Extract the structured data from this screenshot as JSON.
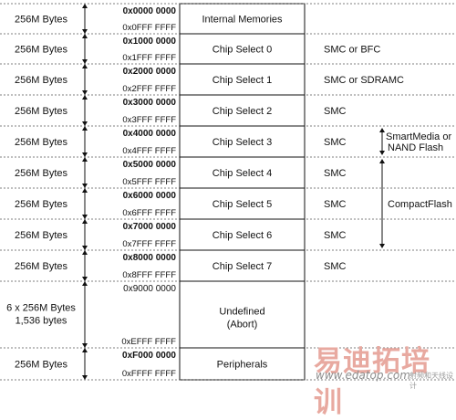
{
  "rows": [
    {
      "size": "256M Bytes",
      "start": "0x0000 0000",
      "end": "0x0FFF FFFF",
      "label": "Internal Memories",
      "note": ""
    },
    {
      "size": "256M Bytes",
      "start": "0x1000 0000",
      "end": "0x1FFF FFFF",
      "label": "Chip Select 0",
      "note": "SMC or BFC"
    },
    {
      "size": "256M Bytes",
      "start": "0x2000 0000",
      "end": "0x2FFF FFFF",
      "label": "Chip Select 1",
      "note": "SMC or SDRAMC"
    },
    {
      "size": "256M Bytes",
      "start": "0x3000 0000",
      "end": "0x3FFF FFFF",
      "label": "Chip Select 2",
      "note": "SMC"
    },
    {
      "size": "256M Bytes",
      "start": "0x4000 0000",
      "end": "0x4FFF FFFF",
      "label": "Chip Select 3",
      "note": "SMC"
    },
    {
      "size": "256M Bytes",
      "start": "0x5000 0000",
      "end": "0x5FFF FFFF",
      "label": "Chip Select 4",
      "note": "SMC"
    },
    {
      "size": "256M Bytes",
      "start": "0x6000 0000",
      "end": "0x6FFF FFFF",
      "label": "Chip Select 5",
      "note": "SMC"
    },
    {
      "size": "256M Bytes",
      "start": "0x7000 0000",
      "end": "0x7FFF FFFF",
      "label": "Chip Select 6",
      "note": "SMC"
    },
    {
      "size": "256M Bytes",
      "start": "0x8000 0000",
      "end": "0x8FFF FFFF",
      "label": "Chip Select 7",
      "note": "SMC"
    },
    {
      "size_lines": [
        "6 x 256M Bytes",
        "1,536 bytes"
      ],
      "start": "0x9000 0000",
      "end": "0xEFFF FFFF",
      "label_lines": [
        "Undefined",
        "(Abort)"
      ],
      "note": ""
    },
    {
      "size": "256M Bytes",
      "start": "0xF000 0000",
      "end": "0xFFFF FFFF",
      "label": "Peripherals",
      "note": ""
    }
  ],
  "side_labels": {
    "smartmedia_lines": [
      "SmartMedia or",
      "NAND Flash"
    ],
    "compactflash": "CompactFlash"
  },
  "watermark": {
    "brand": "易迪拓培训",
    "site": "www.edatop.com",
    "sub": "射频和天线设计"
  }
}
